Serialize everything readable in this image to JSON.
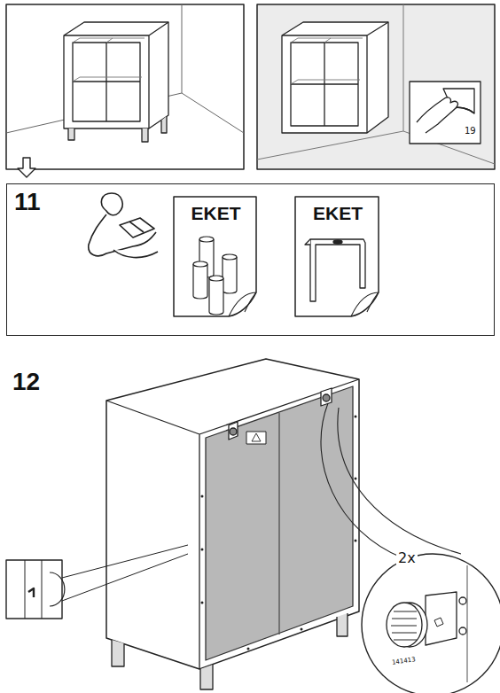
{
  "diagram": {
    "nodes": [
      {
        "text": [
          "11"
        ]
      },
      {
        "text": [
          "EKET"
        ],
        "in": 0
      },
      {
        "text": [
          "EKET"
        ],
        "in": 0
      }
    ],
    "labels": [
      "19",
      "12",
      "2x",
      "141413"
    ]
  }
}
